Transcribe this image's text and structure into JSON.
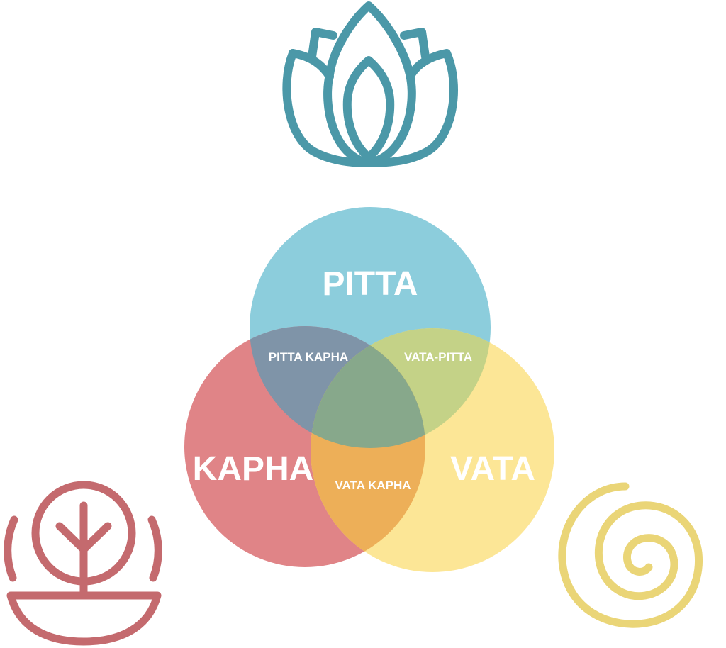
{
  "diagram": {
    "labels": {
      "pitta": "PITTA",
      "kapha": "KAPHA",
      "vata": "VATA",
      "pitta_kapha": "PITTA KAPHA",
      "vata_pitta": "VATA-PITTA",
      "vata_kapha": "VATA KAPHA"
    },
    "colors": {
      "pitta": "#8ccddc",
      "kapha": "#e08487",
      "vata": "#fce696",
      "pitta_kapha_overlap": "#7f94a8",
      "vata_pitta_overlap": "#c4d287",
      "vata_kapha_overlap": "#edaf58",
      "center_overlap": "#87a88b",
      "lotus_icon": "#4b98a8",
      "plant_icon": "#c46a6e",
      "spiral_icon": "#ead577"
    },
    "icons": {
      "pitta_icon": "lotus-icon",
      "kapha_icon": "plant-bowl-icon",
      "vata_icon": "spiral-icon"
    }
  }
}
